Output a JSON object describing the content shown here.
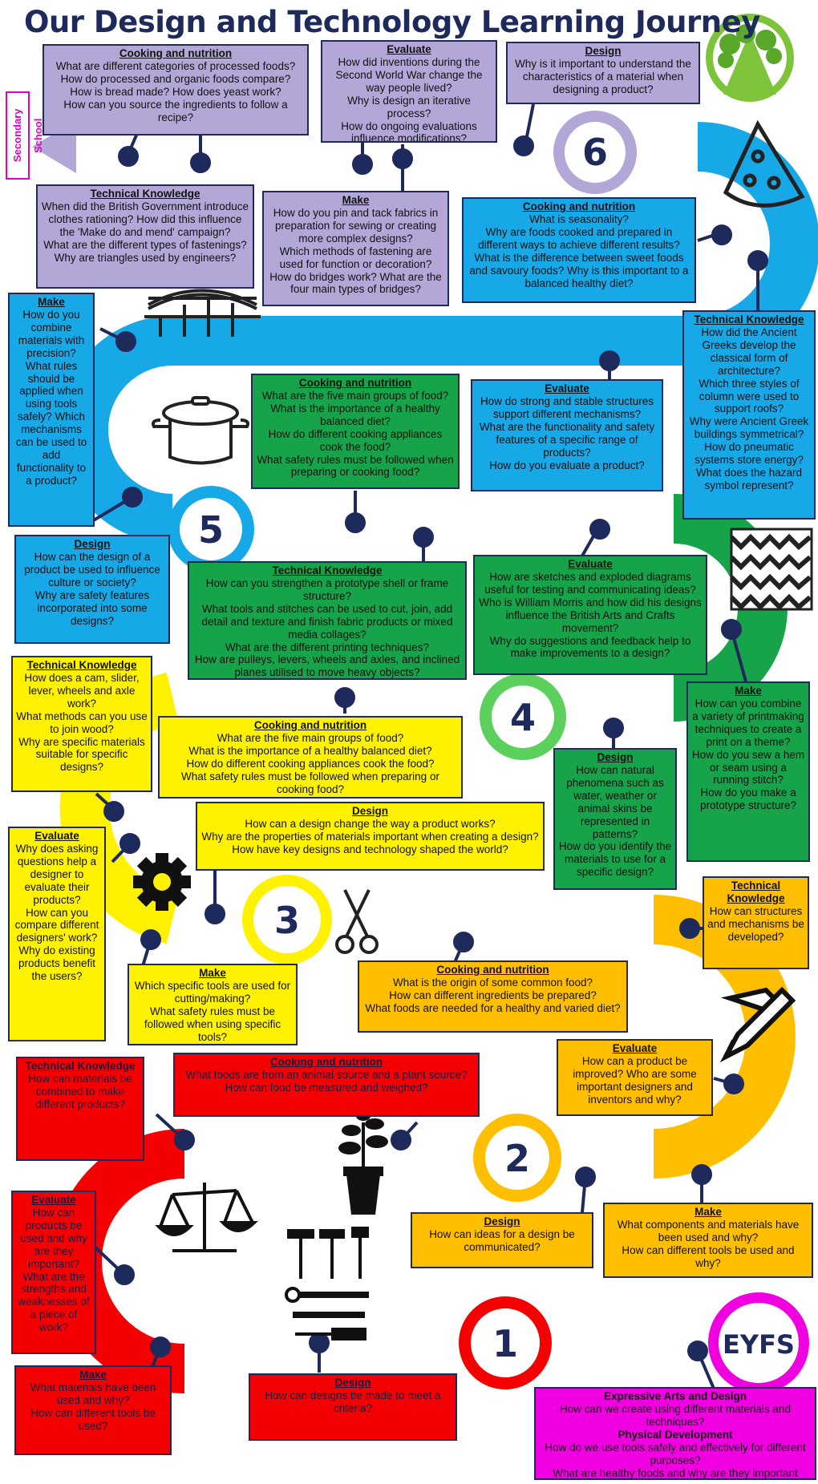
{
  "title": "Our Design and Technology Learning Journey",
  "side_label": "Secondary School",
  "milestones": [
    "6",
    "5",
    "4",
    "3",
    "2",
    "1",
    "EYFS"
  ],
  "colors": {
    "navy": "#1f2a5c",
    "purple": "#b3a7d8",
    "blue": "#17a8e8",
    "green": "#16a34a",
    "yellow": "#fff200",
    "orange": "#ffbf00",
    "red": "#f40000",
    "magenta": "#f000e0"
  },
  "icons": [
    "tree-logo-icon",
    "pizza-icon",
    "bridge-icon",
    "cooking-pot-icon",
    "pattern-swatch-icon",
    "gear-icon",
    "scissors-icon",
    "pencil-icon",
    "plant-icon",
    "scales-icon",
    "tools-icon"
  ],
  "boxes": {
    "y6_cooking": {
      "heading": "Cooking and nutrition",
      "lines": [
        "What are different categories of processed foods? How do processed and organic foods compare?",
        "How is bread made? How does yeast work?",
        "How can you source the ingredients to follow a recipe?"
      ]
    },
    "y6_evaluate": {
      "heading": "Evaluate",
      "lines": [
        "How did inventions during the Second World War change the way people lived?",
        "Why is design an iterative process?",
        "How do ongoing evaluations influence modifications?"
      ]
    },
    "y6_design": {
      "heading": "Design",
      "lines": [
        "Why is it important to understand the characteristics of a material when designing a product?"
      ]
    },
    "y6_technical": {
      "heading": "Technical Knowledge",
      "lines": [
        "When did the British Government introduce clothes rationing? How did this influence the 'Make do and mend' campaign?",
        "What are the different types of fastenings?",
        "Why are triangles used by engineers?"
      ]
    },
    "y6_make": {
      "heading": "Make",
      "lines": [
        "How do you pin and tack fabrics in preparation for sewing or creating more complex designs?",
        "Which methods of fastening are used for function or decoration?",
        "How do bridges work? What are the four main types of bridges?"
      ]
    },
    "y5_cooking_top": {
      "heading": "Cooking and nutrition",
      "lines": [
        "What is seasonality?",
        "Why are foods cooked and prepared in different ways to achieve different results?",
        "What is the difference between sweet foods and savoury foods? Why is this important to a balanced healthy diet?"
      ]
    },
    "y5_make": {
      "heading": "Make",
      "lines": [
        "How do you combine materials with precision? What rules should be applied when using tools safely? Which mechanisms can be used to add functionality to a product?"
      ]
    },
    "y5_technical_right": {
      "heading": "Technical Knowledge",
      "lines": [
        "How did the Ancient Greeks develop the classical form of architecture?",
        "Which three styles of column were used to support roofs?",
        "Why were Ancient Greek buildings symmetrical?",
        "How do pneumatic systems store energy?",
        "What does the hazard symbol represent?"
      ]
    },
    "y4_cooking_green": {
      "heading": "Cooking and nutrition",
      "lines": [
        "What are the five main groups of food?",
        "What is the importance of a healthy balanced diet?",
        "How do different cooking appliances cook the food?",
        "What safety rules must be followed when preparing or cooking food?"
      ]
    },
    "y5_evaluate": {
      "heading": "Evaluate",
      "lines": [
        "How do strong and stable structures support different mechanisms?",
        "What are the functionality and safety features of a specific range of products?",
        "How do you evaluate a product?"
      ]
    },
    "y5_design": {
      "heading": "Design",
      "lines": [
        "How can the design of a product be used to influence culture or society?",
        "Why are safety features incorporated into some designs?"
      ]
    },
    "y4_technical": {
      "heading": "Technical Knowledge",
      "lines": [
        "How can you strengthen a prototype shell or frame structure?",
        "What tools and stitches can be used to cut, join, add detail and texture and finish fabric products or mixed media collages?",
        "What are the different printing techniques?",
        "How are pulleys, levers, wheels and axles, and inclined planes utilised to move heavy objects?"
      ]
    },
    "y4_evaluate": {
      "heading": "Evaluate",
      "lines": [
        "How are sketches and exploded diagrams useful for testing and communicating ideas?",
        "Who is William Morris and how did his designs influence the British Arts and Crafts movement?",
        "Why do suggestions and feedback help to make improvements to a design?"
      ]
    },
    "y3_technical": {
      "heading": "Technical Knowledge",
      "lines": [
        "How does a cam, slider, lever, wheels and axle work?",
        "What methods can you use to join wood?",
        "Why are specific materials suitable for specific designs?"
      ]
    },
    "y3_cooking": {
      "heading": "Cooking and nutrition",
      "lines": [
        "What are the five main groups of food?",
        "What is the importance of a healthy balanced diet?",
        "How do different cooking appliances cook the food?",
        "What safety rules must be followed when preparing or cooking food?"
      ]
    },
    "y4_make": {
      "heading": "Make",
      "lines": [
        "How can you combine a variety of printmaking techniques to create a print on a theme?",
        "How do you sew a hem or seam using a running stitch?",
        "How do you make a prototype structure?"
      ]
    },
    "y4_design": {
      "heading": "Design",
      "lines": [
        "How can natural phenomena such as water, weather or animal skins be represented in patterns?",
        "How do you identify the materials to use for a specific design?"
      ]
    },
    "y3_design": {
      "heading": "Design",
      "lines": [
        "How can a design change the way a product works?",
        "Why are the properties of materials important when creating a design?",
        "How have key designs and technology shaped the world?"
      ]
    },
    "y3_evaluate": {
      "heading": "Evaluate",
      "lines": [
        "Why does asking questions help a designer to evaluate their products?",
        "How can you compare different designers' work?",
        "Why do existing products benefit the users?"
      ]
    },
    "y2_technical": {
      "heading": "Technical Knowledge",
      "lines": [
        "How can structures and mechanisms be developed?"
      ]
    },
    "y3_make": {
      "heading": "Make",
      "lines": [
        "Which specific tools are used for cutting/making?",
        "What safety rules must be followed when using specific tools?"
      ]
    },
    "y2_cooking_orange": {
      "heading": "Cooking and nutrition",
      "lines": [
        "What is the origin of some common food?",
        "How can different ingredients be prepared?",
        "What foods are needed for a healthy and varied diet?"
      ]
    },
    "y2_evaluate": {
      "heading": "Evaluate",
      "lines": [
        "How can a product be improved? Who are some important designers and inventors and why?"
      ]
    },
    "y1_cooking": {
      "heading": "Cooking and nutrition",
      "lines": [
        "What foods are from an animal source and a plant source?",
        "How can food be measured and weighed?"
      ]
    },
    "y1_technical": {
      "heading": "Technical Knowledge",
      "lines": [
        "How can materials be combined to make different products?"
      ]
    },
    "y2_design": {
      "heading": "Design",
      "lines": [
        "How can ideas for a design be communicated?"
      ]
    },
    "y2_make": {
      "heading": "Make",
      "lines": [
        "What components and materials have been used and why?",
        "How can different tools be used and why?"
      ]
    },
    "y1_evaluate": {
      "heading": "Evaluate",
      "lines": [
        "How can products be used and why are they important?",
        "What are the strengths and weaknesses of a piece of work?"
      ]
    },
    "y1_make": {
      "heading": "Make",
      "lines": [
        "What materials have been used and why?",
        "How can different tools be used?"
      ]
    },
    "y1_design": {
      "heading": "Design",
      "lines": [
        "How can designs be made to meet a criteria?"
      ]
    },
    "eyfs": {
      "heading": "Expressive Arts and Design",
      "lines": [
        "How can we create using different materials and techniques?"
      ],
      "heading2": "Physical Development",
      "lines2": [
        "How do we use tools safely and effectively for different purposes?",
        "What are healthy foods and why are they important"
      ]
    }
  }
}
